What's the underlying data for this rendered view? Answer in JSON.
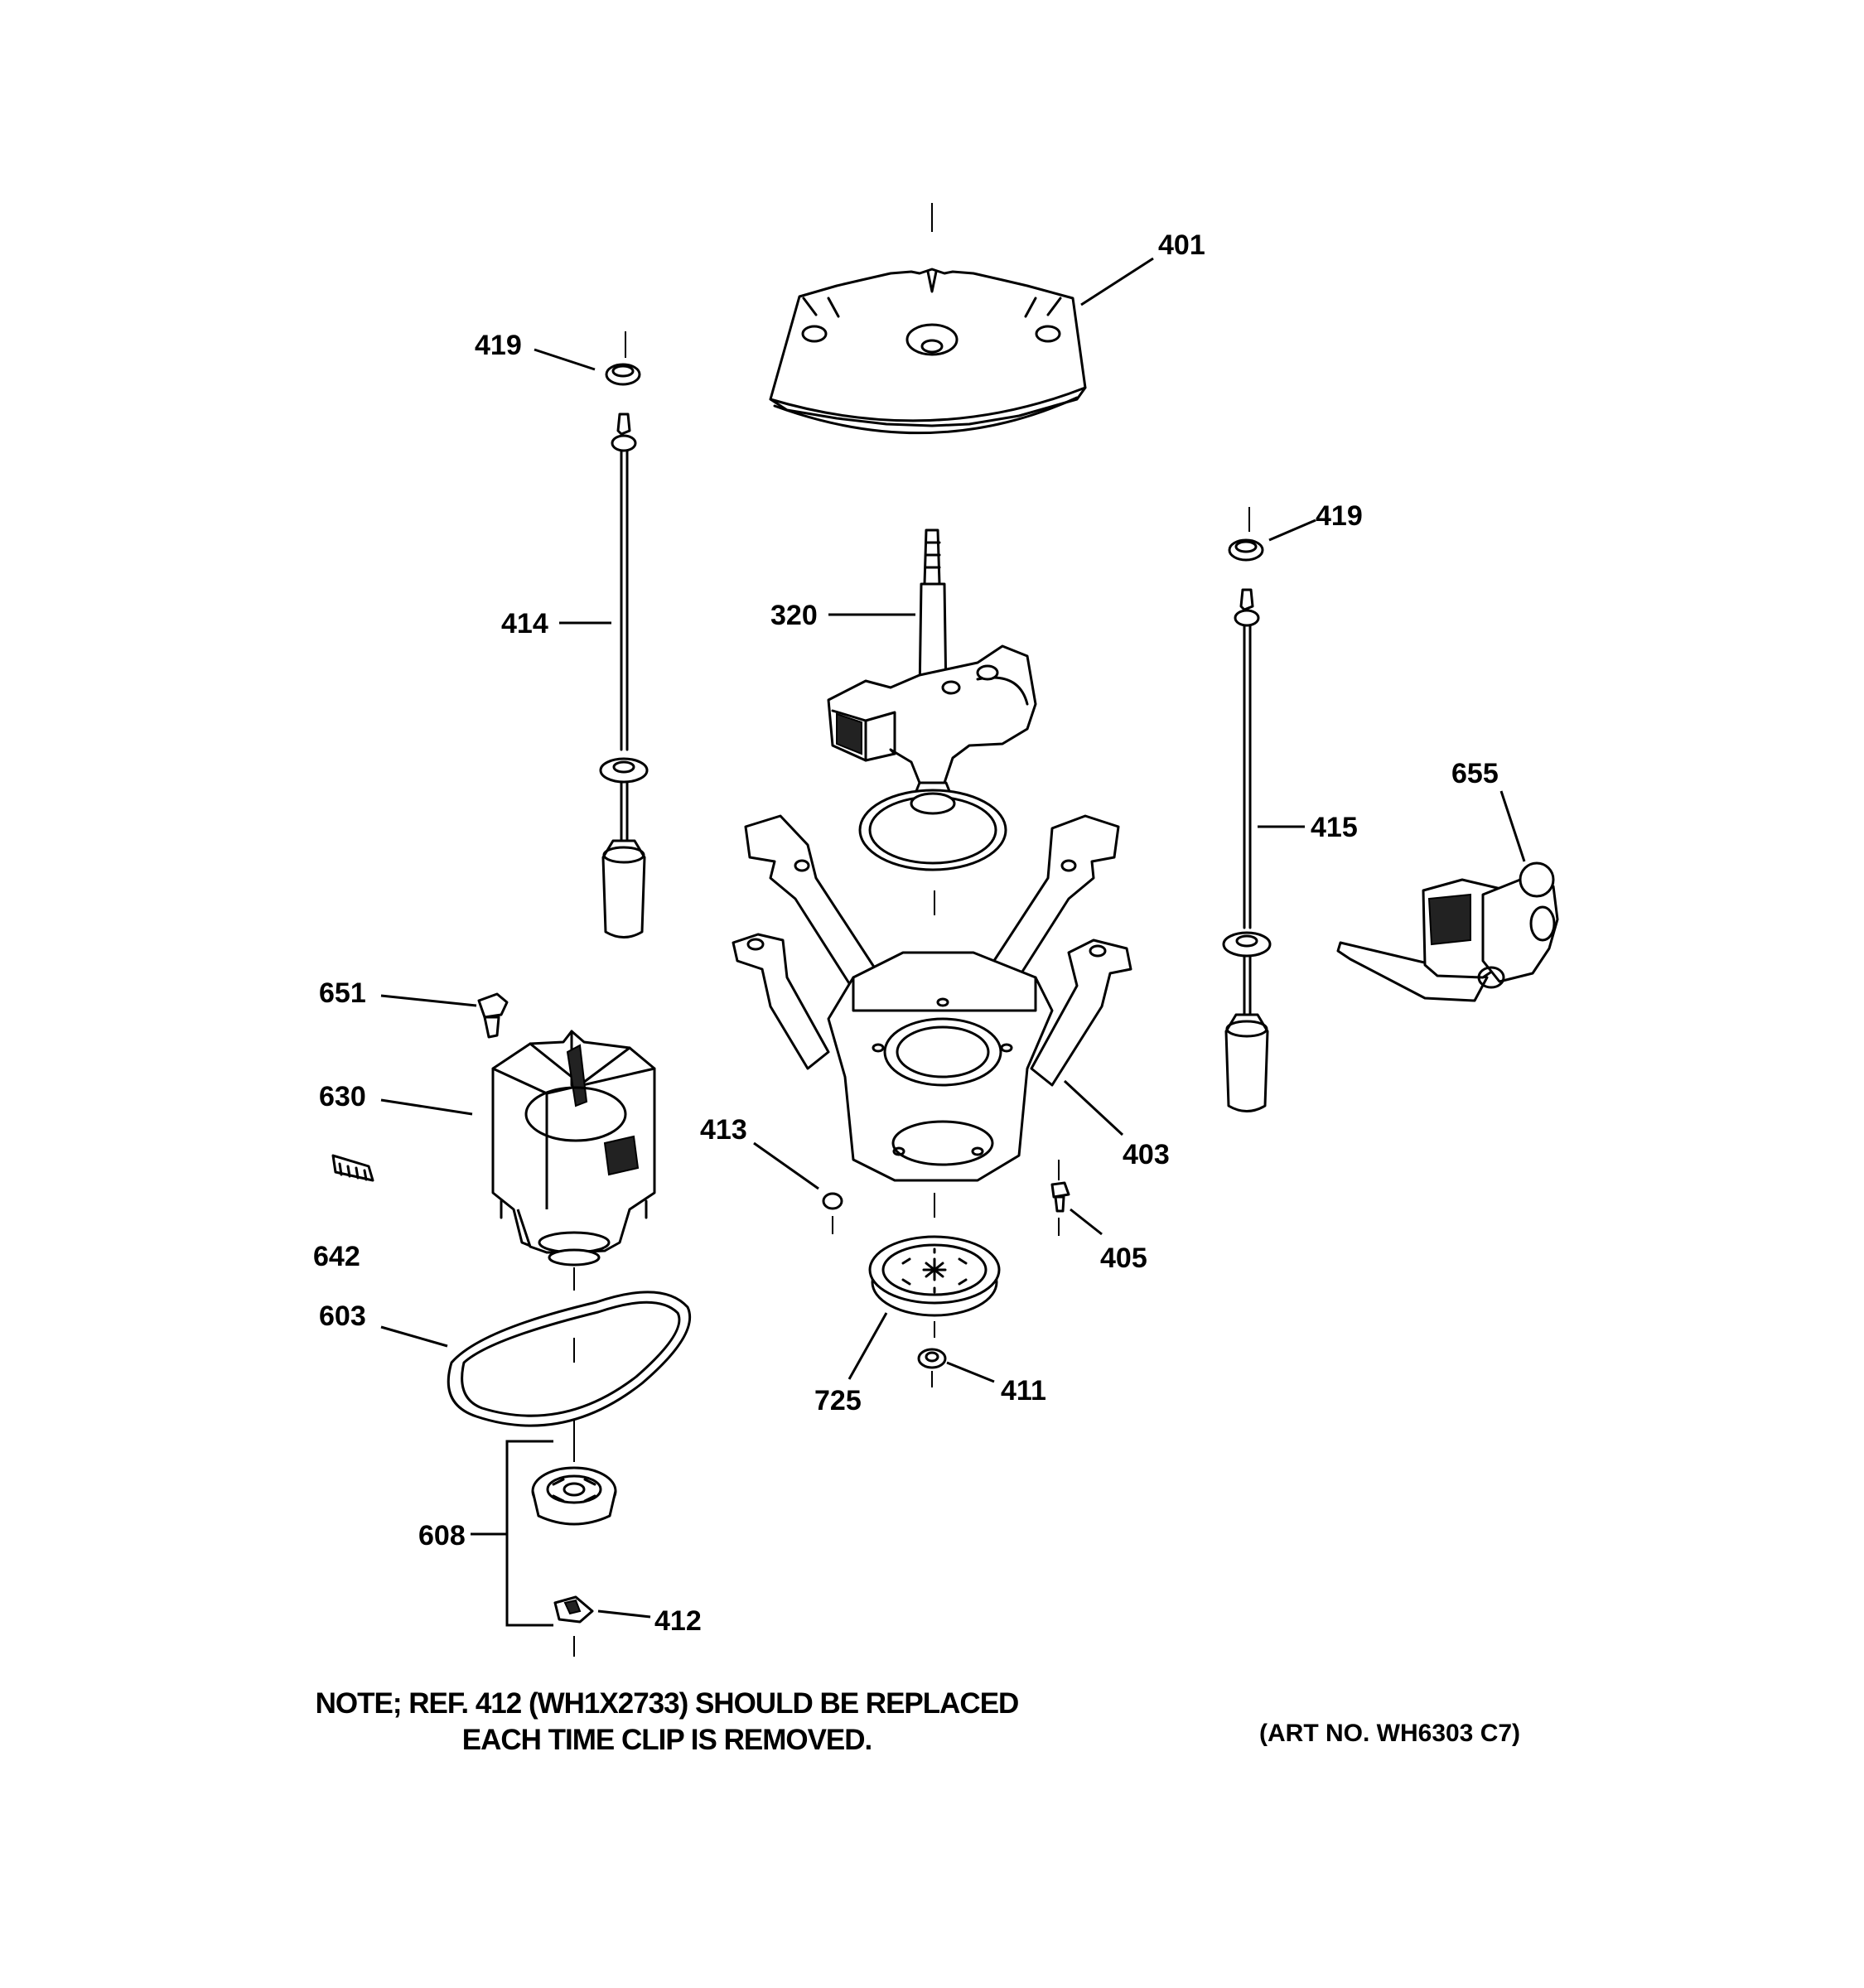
{
  "callouts": {
    "c401": "401",
    "c419a": "419",
    "c419b": "419",
    "c414": "414",
    "c320": "320",
    "c415": "415",
    "c655": "655",
    "c651": "651",
    "c630": "630",
    "c642": "642",
    "c413": "413",
    "c403": "403",
    "c405": "405",
    "c603": "603",
    "c725": "725",
    "c411": "411",
    "c608": "608",
    "c412": "412"
  },
  "note": {
    "line1": "NOTE; REF. 412 (WH1X2733) SHOULD BE REPLACED",
    "line2": "EACH TIME CLIP IS REMOVED."
  },
  "art_number": "(ART NO. WH6303 C7)"
}
